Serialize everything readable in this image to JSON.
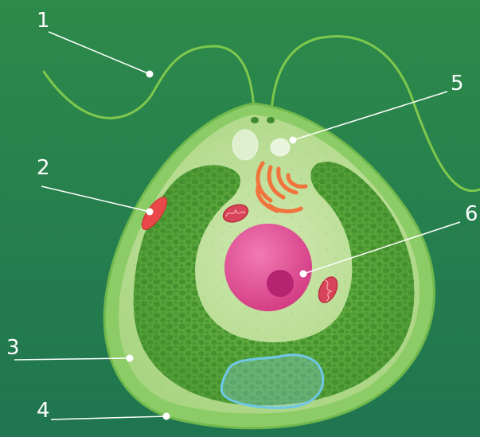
{
  "labels": {
    "l1": "1",
    "l2": "2",
    "l3": "3",
    "l4": "4",
    "l5": "5",
    "l6": "6"
  },
  "colors": {
    "background_top": "#2d8a4a",
    "background_bottom": "#1f7550",
    "cell_wall": "#7cc45a",
    "cytoplasm": "#c8e3a4",
    "chloroplast": "#5aa43a",
    "nucleus": "#e8559a",
    "nucleolus": "#b52470",
    "golgi": "#f0743c",
    "mitochondria": "#d8445a",
    "eyespot": "#e84848",
    "starch": "#6ec8e6",
    "flagella": "#7ec84e",
    "leader_line": "#ffffff"
  }
}
